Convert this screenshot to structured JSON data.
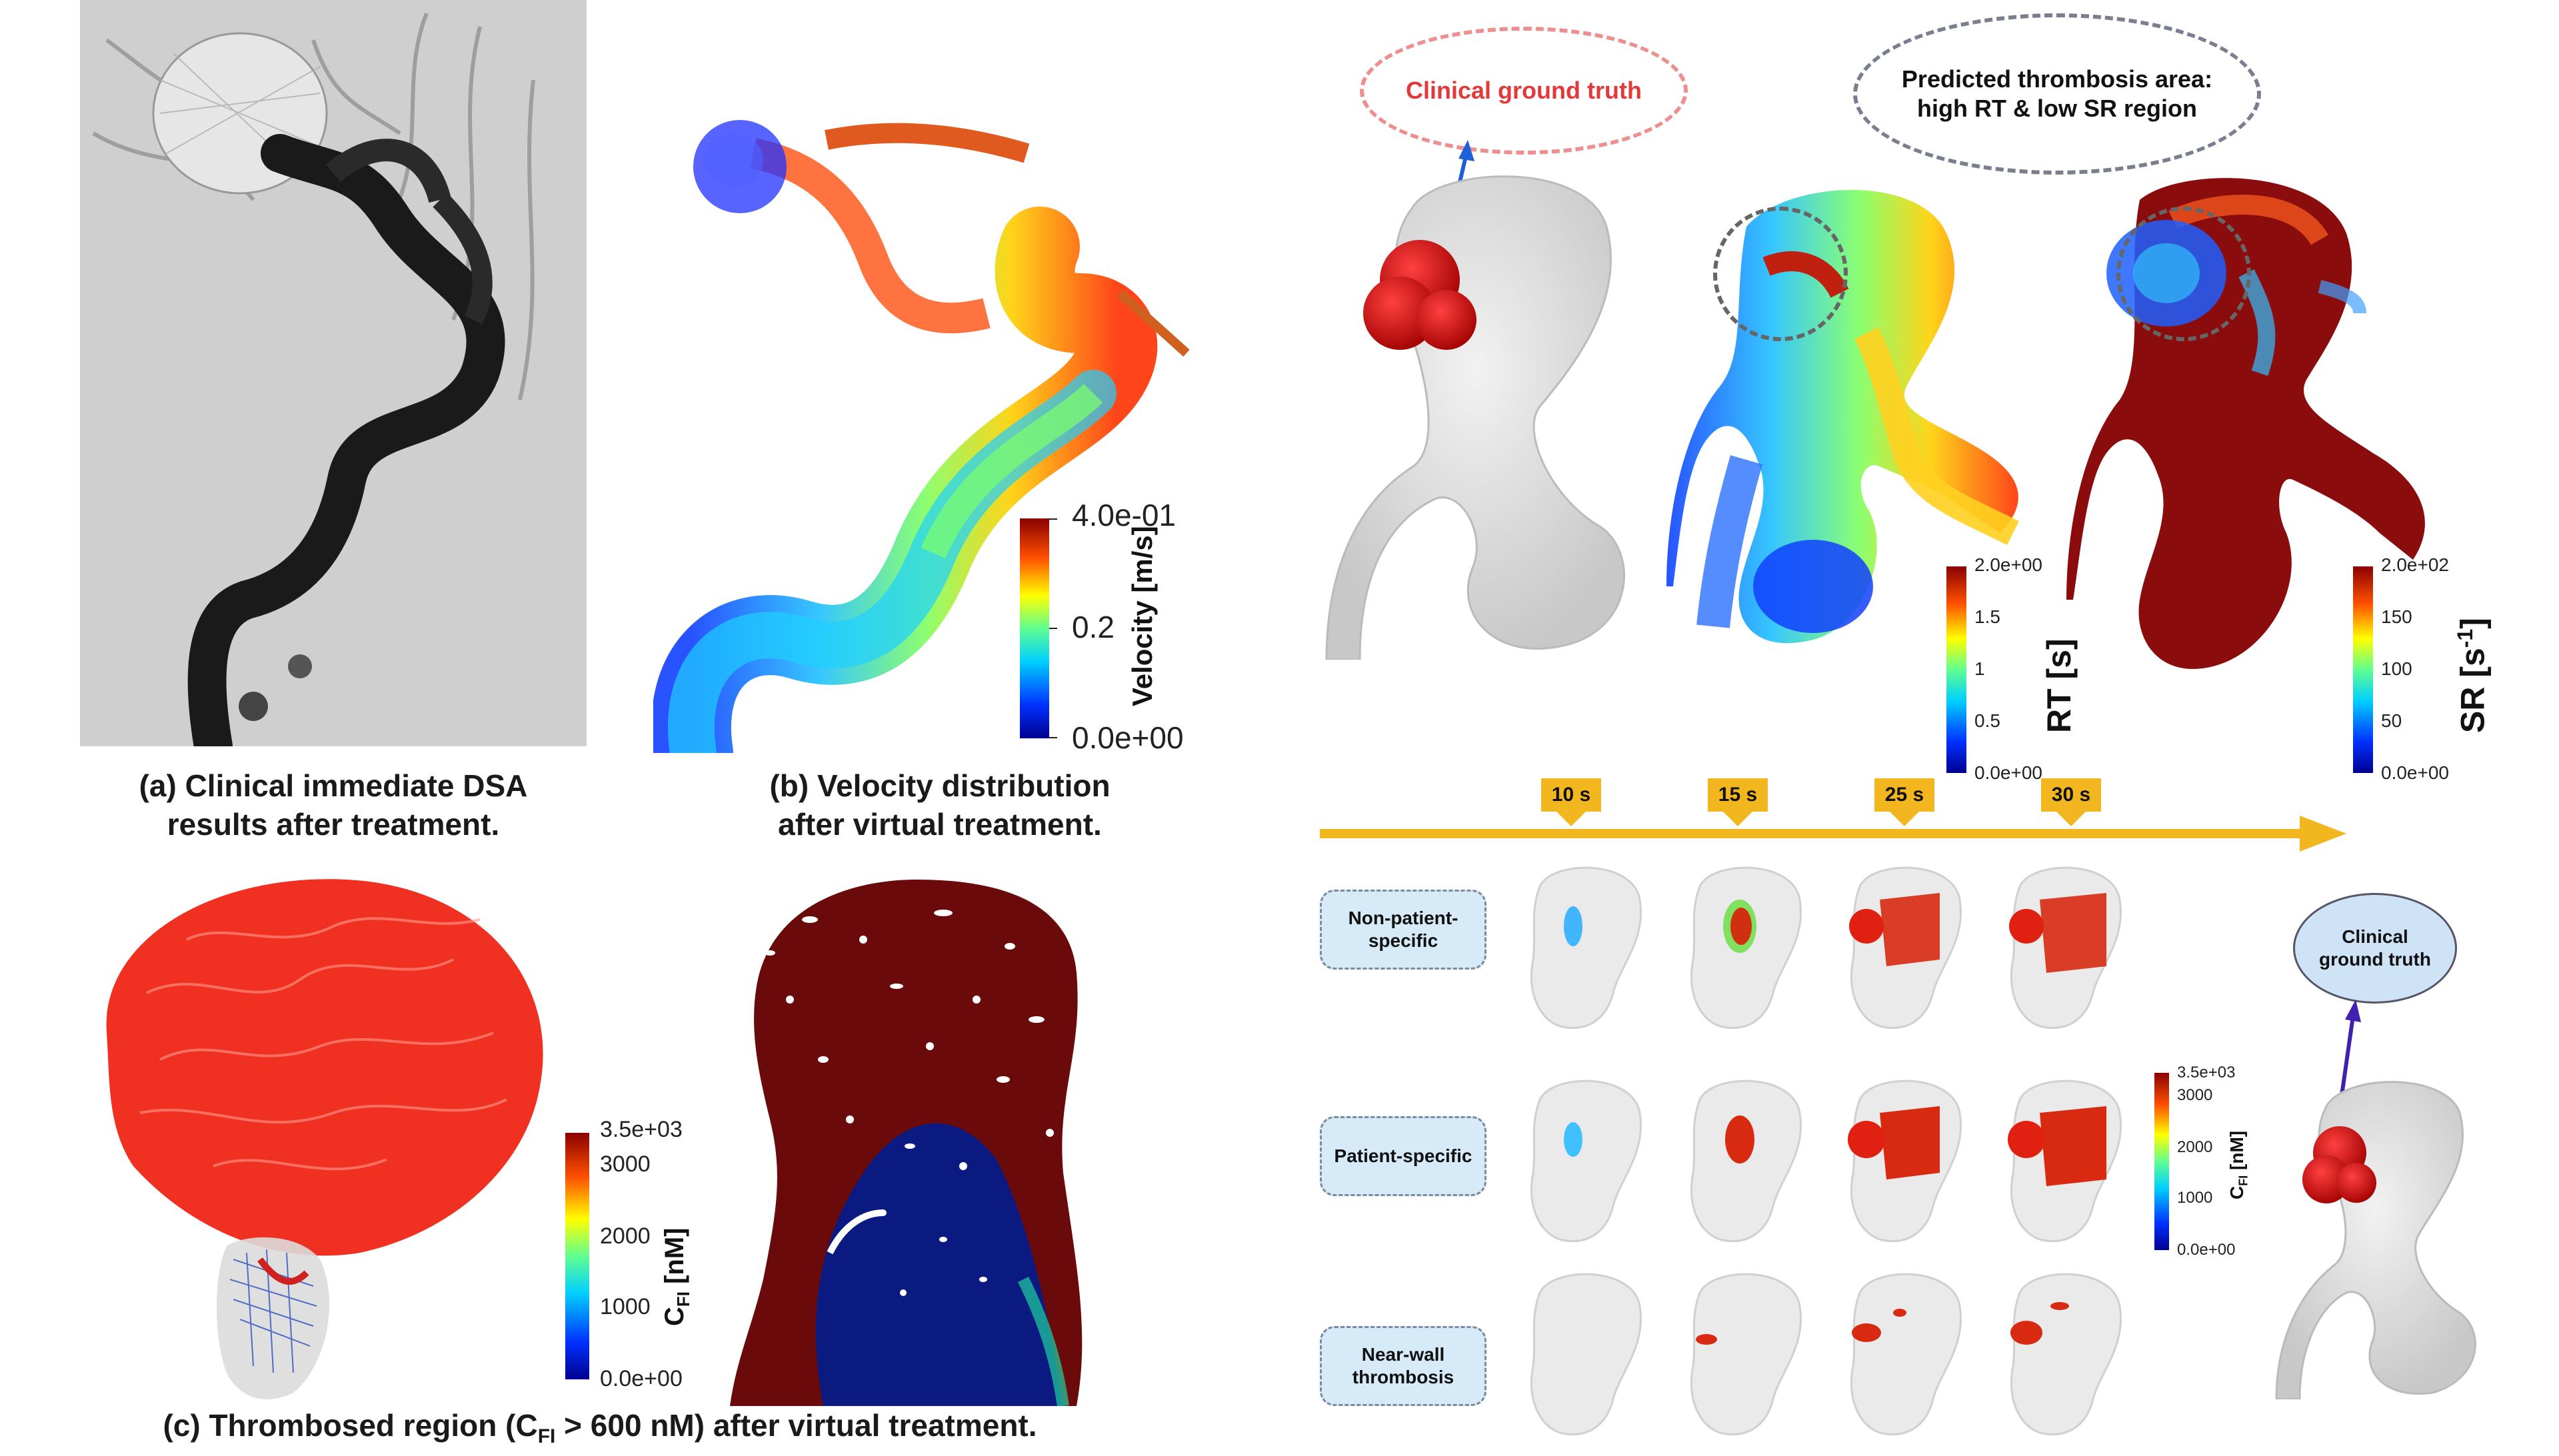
{
  "panel_a": {
    "caption_line1": "(a) Clinical immediate DSA",
    "caption_line2": "results after treatment."
  },
  "panel_b": {
    "caption_line1": "(b) Velocity distribution",
    "caption_line2": "after virtual treatment.",
    "colorbar": {
      "label": "Velocity [m/s]",
      "max": "4.0e-01",
      "mid": "0.2",
      "min": "0.0e+00"
    }
  },
  "panel_c": {
    "caption": "(c) Thrombosed region (C",
    "caption_sub": "FI",
    "caption_rest": " > 600 nM) after virtual treatment.",
    "colorbar": {
      "label": "C",
      "label_sub": "FI",
      "label_unit": " [nM]",
      "ticks": [
        "3.5e+03",
        "3000",
        "2000",
        "1000",
        "0.0e+00"
      ]
    }
  },
  "right_top": {
    "clinical_ground_truth": "Clinical ground truth",
    "predicted_line1": "Predicted thrombosis area:",
    "predicted_line2": "high RT & low SR region",
    "rt_colorbar": {
      "label": "RT [s]",
      "ticks": [
        "2.0e+00",
        "1.5",
        "1",
        "0.5",
        "0.0e+00"
      ]
    },
    "sr_colorbar": {
      "label": "SR [s",
      "label_sup": "-1",
      "label_end": "]",
      "ticks": [
        "2.0e+02",
        "150",
        "100",
        "50",
        "0.0e+00"
      ]
    }
  },
  "timeline": {
    "times": [
      "10 s",
      "15 s",
      "25 s",
      "30 s"
    ]
  },
  "rows": [
    {
      "label": "Non-patient-specific"
    },
    {
      "label": "Patient-specific"
    },
    {
      "label": "Near-wall thrombosis"
    }
  ],
  "right_bottom": {
    "clinical_ground_truth": "Clinical ground truth",
    "cfi_colorbar": {
      "label": "C",
      "label_sub": "FI",
      "label_unit": " [nM]",
      "ticks": [
        "3.5e+03",
        "3000",
        "2000",
        "1000",
        "0.0e+00"
      ]
    }
  },
  "colors": {
    "accent_orange": "#f2b61f",
    "row_box_blue": "#d6eaf8",
    "ground_truth_red": "#e03a3a",
    "thrombus_red": "#c81010",
    "dark_red": "#6e0a0a"
  }
}
